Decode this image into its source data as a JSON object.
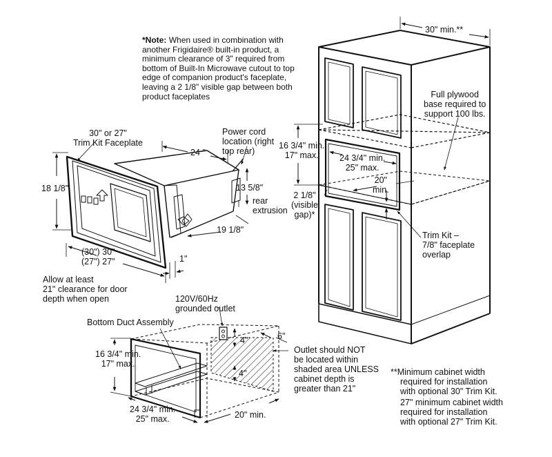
{
  "colors": {
    "ink": "#111111",
    "background": "#ffffff"
  },
  "note": {
    "label": "*Note:",
    "lines": [
      "When used in combination with",
      "another Frigidaire® built-in product, a",
      "minimum clearance of 3\" required from",
      "bottom of Built-In Microwave cutout to top",
      "edge of companion product's faceplate,",
      "leaving a 2 1/8\" visible gap between both",
      "product faceplates"
    ]
  },
  "microwave": {
    "trim_kit_label": [
      "30\" or 27\"",
      "Trim Kit Faceplate"
    ],
    "height": "18 1/8\"",
    "depth": "24 \"",
    "power_cord": [
      "Power cord",
      "location (right",
      "top rear)"
    ],
    "back_height": "13 5/8\"",
    "rear_extrusion": [
      "rear",
      "extrusion"
    ],
    "back_depth": "19 1/8\"",
    "width": [
      "(30\") 30\"",
      "(27\") 27\""
    ],
    "faceplate_depth": "1\"",
    "door_clearance": [
      "Allow at least",
      "21\" clearance for door",
      "depth when open"
    ]
  },
  "cutout": {
    "outlet": [
      "120V/60Hz",
      "grounded outlet"
    ],
    "bottom_duct": "Bottom Duct Assembly",
    "height": [
      "16 3/4\" min.",
      "17\" max."
    ],
    "outlet_dim_top": "4\"",
    "outlet_dim_side": "6\"",
    "outlet_dim_bottom": "4\"",
    "outlet_warning": [
      "Outlet should NOT",
      "be located within",
      "shaded area UNLESS",
      "cabinet depth is",
      "greater than 21\""
    ],
    "width": [
      "24 3/4\" min.",
      "25\" max."
    ],
    "depth": "20\" min."
  },
  "cabinet": {
    "width": "30\" min.**",
    "plywood": [
      "Full plywood",
      "base required to",
      "support 100 lbs."
    ],
    "height": [
      "16 3/4\" min.",
      "17\" max."
    ],
    "inner_width": [
      "24 3/4\" min.",
      "25\" max."
    ],
    "inner_depth": [
      "20\"",
      "min."
    ],
    "gap": [
      "2 1/8\"",
      "(visible",
      "gap)*"
    ],
    "trim_kit": [
      "Trim Kit –",
      "7/8\" faceplate",
      "overlap"
    ]
  },
  "footnote": {
    "line30": [
      "**Minimum cabinet width",
      "required for installation",
      "with optional 30\" Trim Kit."
    ],
    "line27": [
      "27\" minimum cabinet width",
      "required for installation",
      "with optional 27\" Trim Kit."
    ]
  }
}
